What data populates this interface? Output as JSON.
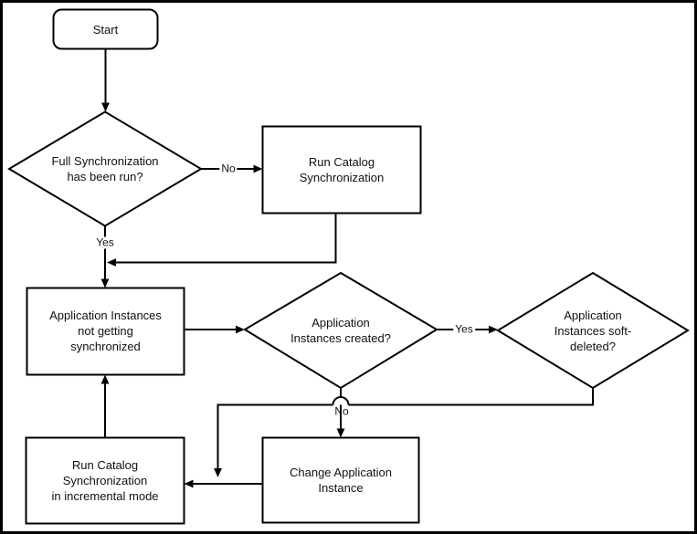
{
  "diagram": {
    "colors": {
      "stroke": "#000000",
      "background": "#ffffff",
      "text": "#111111"
    },
    "nodes": {
      "start": {
        "type": "terminator",
        "lines": [
          "Start"
        ]
      },
      "full_sync_run": {
        "type": "decision",
        "lines": [
          "Full Synchronization",
          "has been run?"
        ]
      },
      "run_catalog_sync": {
        "type": "process",
        "lines": [
          "Run Catalog",
          "Synchronization"
        ]
      },
      "app_instances_not_synced": {
        "type": "process",
        "lines": [
          "Application Instances",
          "not getting",
          "synchronized"
        ]
      },
      "app_instances_created": {
        "type": "decision",
        "lines": [
          "Application",
          "Instances created?"
        ]
      },
      "app_instances_soft_deleted": {
        "type": "decision",
        "lines": [
          "Application",
          "Instances soft-",
          "deleted?"
        ]
      },
      "change_app_instance": {
        "type": "process",
        "lines": [
          "Change Application",
          "Instance"
        ]
      },
      "run_catalog_sync_incremental": {
        "type": "process",
        "lines": [
          "Run Catalog",
          "Synchronization",
          "in incremental mode"
        ]
      }
    },
    "edge_labels": {
      "full_sync_no": "No",
      "full_sync_yes": "Yes",
      "instances_created_yes": "Yes",
      "instances_created_no": "No"
    }
  }
}
